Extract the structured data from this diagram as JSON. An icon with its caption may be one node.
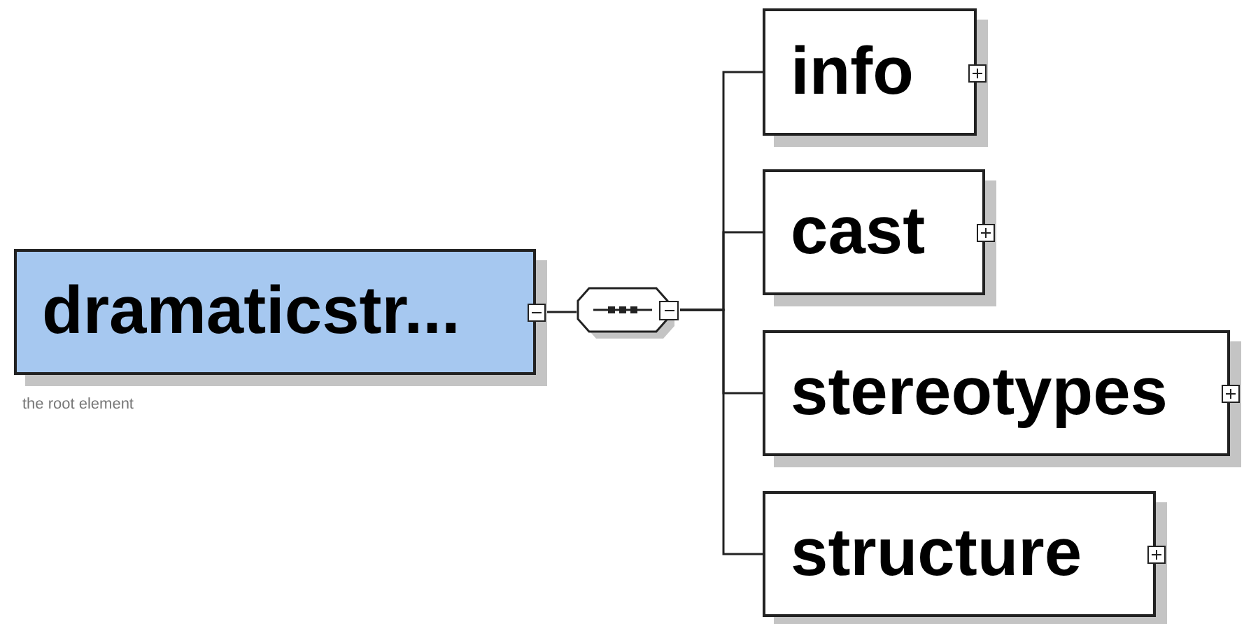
{
  "diagram": {
    "nodes": [
      {
        "text": [
          "dramaticstr..."
        ],
        "beside": [
          "the root element"
        ]
      },
      {
        "text": [],
        "shape": "octagon"
      },
      {
        "text": [
          "info"
        ]
      },
      {
        "text": [
          "cast"
        ]
      },
      {
        "text": [
          "stereotypes"
        ]
      },
      {
        "text": [
          "structure"
        ]
      }
    ],
    "edges": [
      {
        "from": 0,
        "to": 1,
        "arrow": "none"
      },
      {
        "from": 1,
        "to": 2,
        "arrow": "none"
      },
      {
        "from": 1,
        "to": 3,
        "arrow": "none"
      },
      {
        "from": 1,
        "to": 4,
        "arrow": "none"
      },
      {
        "from": 1,
        "to": 5,
        "arrow": "none"
      }
    ]
  }
}
